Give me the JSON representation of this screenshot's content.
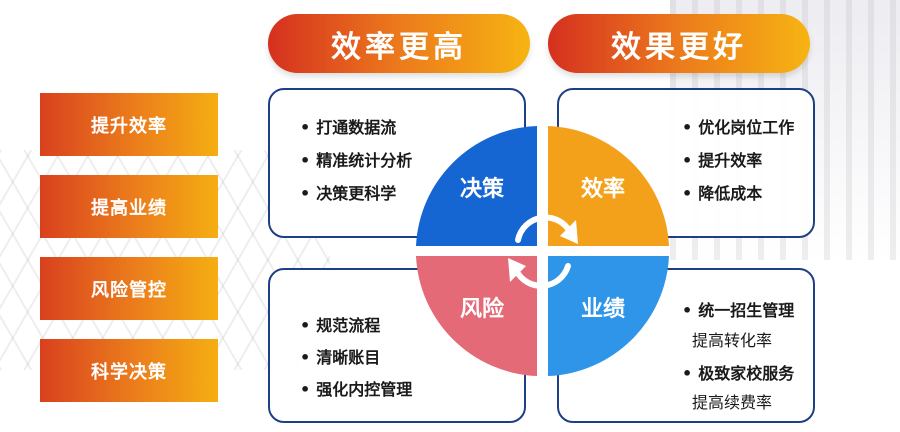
{
  "left_items": [
    "提升效率",
    "提高业绩",
    "风险管控",
    "科学决策"
  ],
  "banners": {
    "left": "效率更高",
    "right": "效果更好"
  },
  "quadrants": {
    "top_left": {
      "label": "决策",
      "color": "#1565d3"
    },
    "top_right": {
      "label": "效率",
      "color": "#f3a11a"
    },
    "bottom_left": {
      "label": "风险",
      "color": "#e46a78"
    },
    "bottom_right": {
      "label": "业绩",
      "color": "#2f95e8"
    }
  },
  "panels": {
    "top_left": [
      "打通数据流",
      "精准统计分析",
      "决策更科学"
    ],
    "top_right": [
      "优化岗位工作",
      "提升效率",
      "降低成本"
    ],
    "bottom_left": [
      "规范流程",
      "清晰账目",
      "强化内控管理"
    ],
    "bottom_right": {
      "items": [
        {
          "title": "统一招生管理",
          "sub": "提高转化率"
        },
        {
          "title": "极致家校服务",
          "sub": "提高续费率"
        }
      ]
    }
  },
  "bullet_char": "•",
  "colors": {
    "orange_start": "#d9411e",
    "orange_end": "#f5ae12",
    "panel_border": "#1d3f86"
  }
}
